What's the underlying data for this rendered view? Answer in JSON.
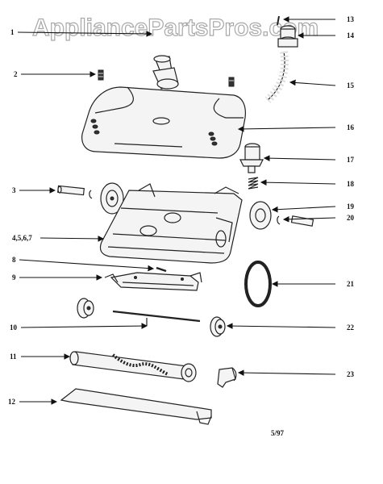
{
  "watermark": "AppliancePartsPros.com",
  "date_code": "5/97",
  "callouts": [
    {
      "key": "1",
      "text": "1"
    },
    {
      "key": "2",
      "text": "2"
    },
    {
      "key": "3",
      "text": "3"
    },
    {
      "key": "4",
      "text": "4,5,6,7"
    },
    {
      "key": "8",
      "text": "8"
    },
    {
      "key": "9",
      "text": "9"
    },
    {
      "key": "10",
      "text": "10"
    },
    {
      "key": "11",
      "text": "11"
    },
    {
      "key": "12",
      "text": "12"
    },
    {
      "key": "13",
      "text": "13"
    },
    {
      "key": "14",
      "text": "14"
    },
    {
      "key": "15",
      "text": "15"
    },
    {
      "key": "16",
      "text": "16"
    },
    {
      "key": "17",
      "text": "17"
    },
    {
      "key": "18",
      "text": "18"
    },
    {
      "key": "19",
      "text": "19"
    },
    {
      "key": "20",
      "text": "20"
    },
    {
      "key": "21",
      "text": "21"
    },
    {
      "key": "22",
      "text": "22"
    },
    {
      "key": "23",
      "text": "23"
    }
  ]
}
